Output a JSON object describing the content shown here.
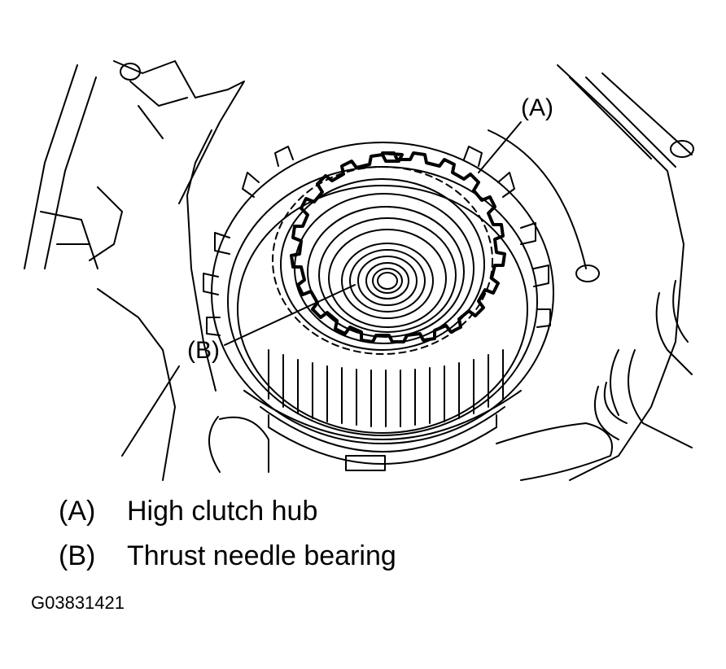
{
  "callouts": {
    "a": "(A)",
    "b": "(B)"
  },
  "legend": [
    {
      "key": "(A)",
      "text": "High clutch hub"
    },
    {
      "key": "(B)",
      "text": "Thrust needle bearing"
    }
  ],
  "figure_code": "G03831421",
  "colors": {
    "line": "#000000",
    "background": "#ffffff"
  }
}
